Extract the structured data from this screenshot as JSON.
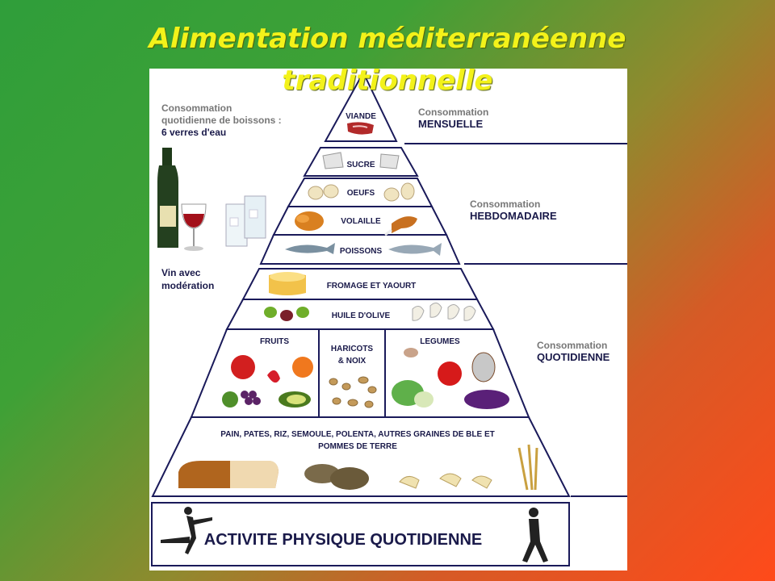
{
  "title": {
    "line1": "Alimentation méditerranéenne",
    "line2": "traditionnelle"
  },
  "drinks": {
    "line1": "Consommation",
    "line2": "quotidienne de boissons :",
    "line3": "6 verres d'eau",
    "wine1": "Vin avec",
    "wine2": "modération"
  },
  "frequency": {
    "monthly": {
      "line1": "Consommation",
      "line2": "MENSUELLE"
    },
    "weekly": {
      "line1": "Consommation",
      "line2": "HEBDOMADAIRE"
    },
    "daily": {
      "line1": "Consommation",
      "line2": "QUOTIDIENNE"
    }
  },
  "tiers": {
    "meat": "VIANDE",
    "sugar": "SUCRE",
    "eggs": "OEUFS",
    "poultry": "VOLAILLE",
    "fish": "POISSONS",
    "cheese": "FROMAGE ET YAOURT",
    "olive_oil": "HUILE D'OLIVE",
    "fruits": "FRUITS",
    "beans1": "HARICOTS",
    "beans2": "& NOIX",
    "vegetables": "LEGUMES",
    "grains1": "PAIN, PATES, RIZ, SEMOULE, POLENTA, AUTRES GRAINES DE BLE ET",
    "grains2": "POMMES DE TERRE"
  },
  "activity": "ACTIVITE PHYSIQUE QUOTIDIENNE"
}
